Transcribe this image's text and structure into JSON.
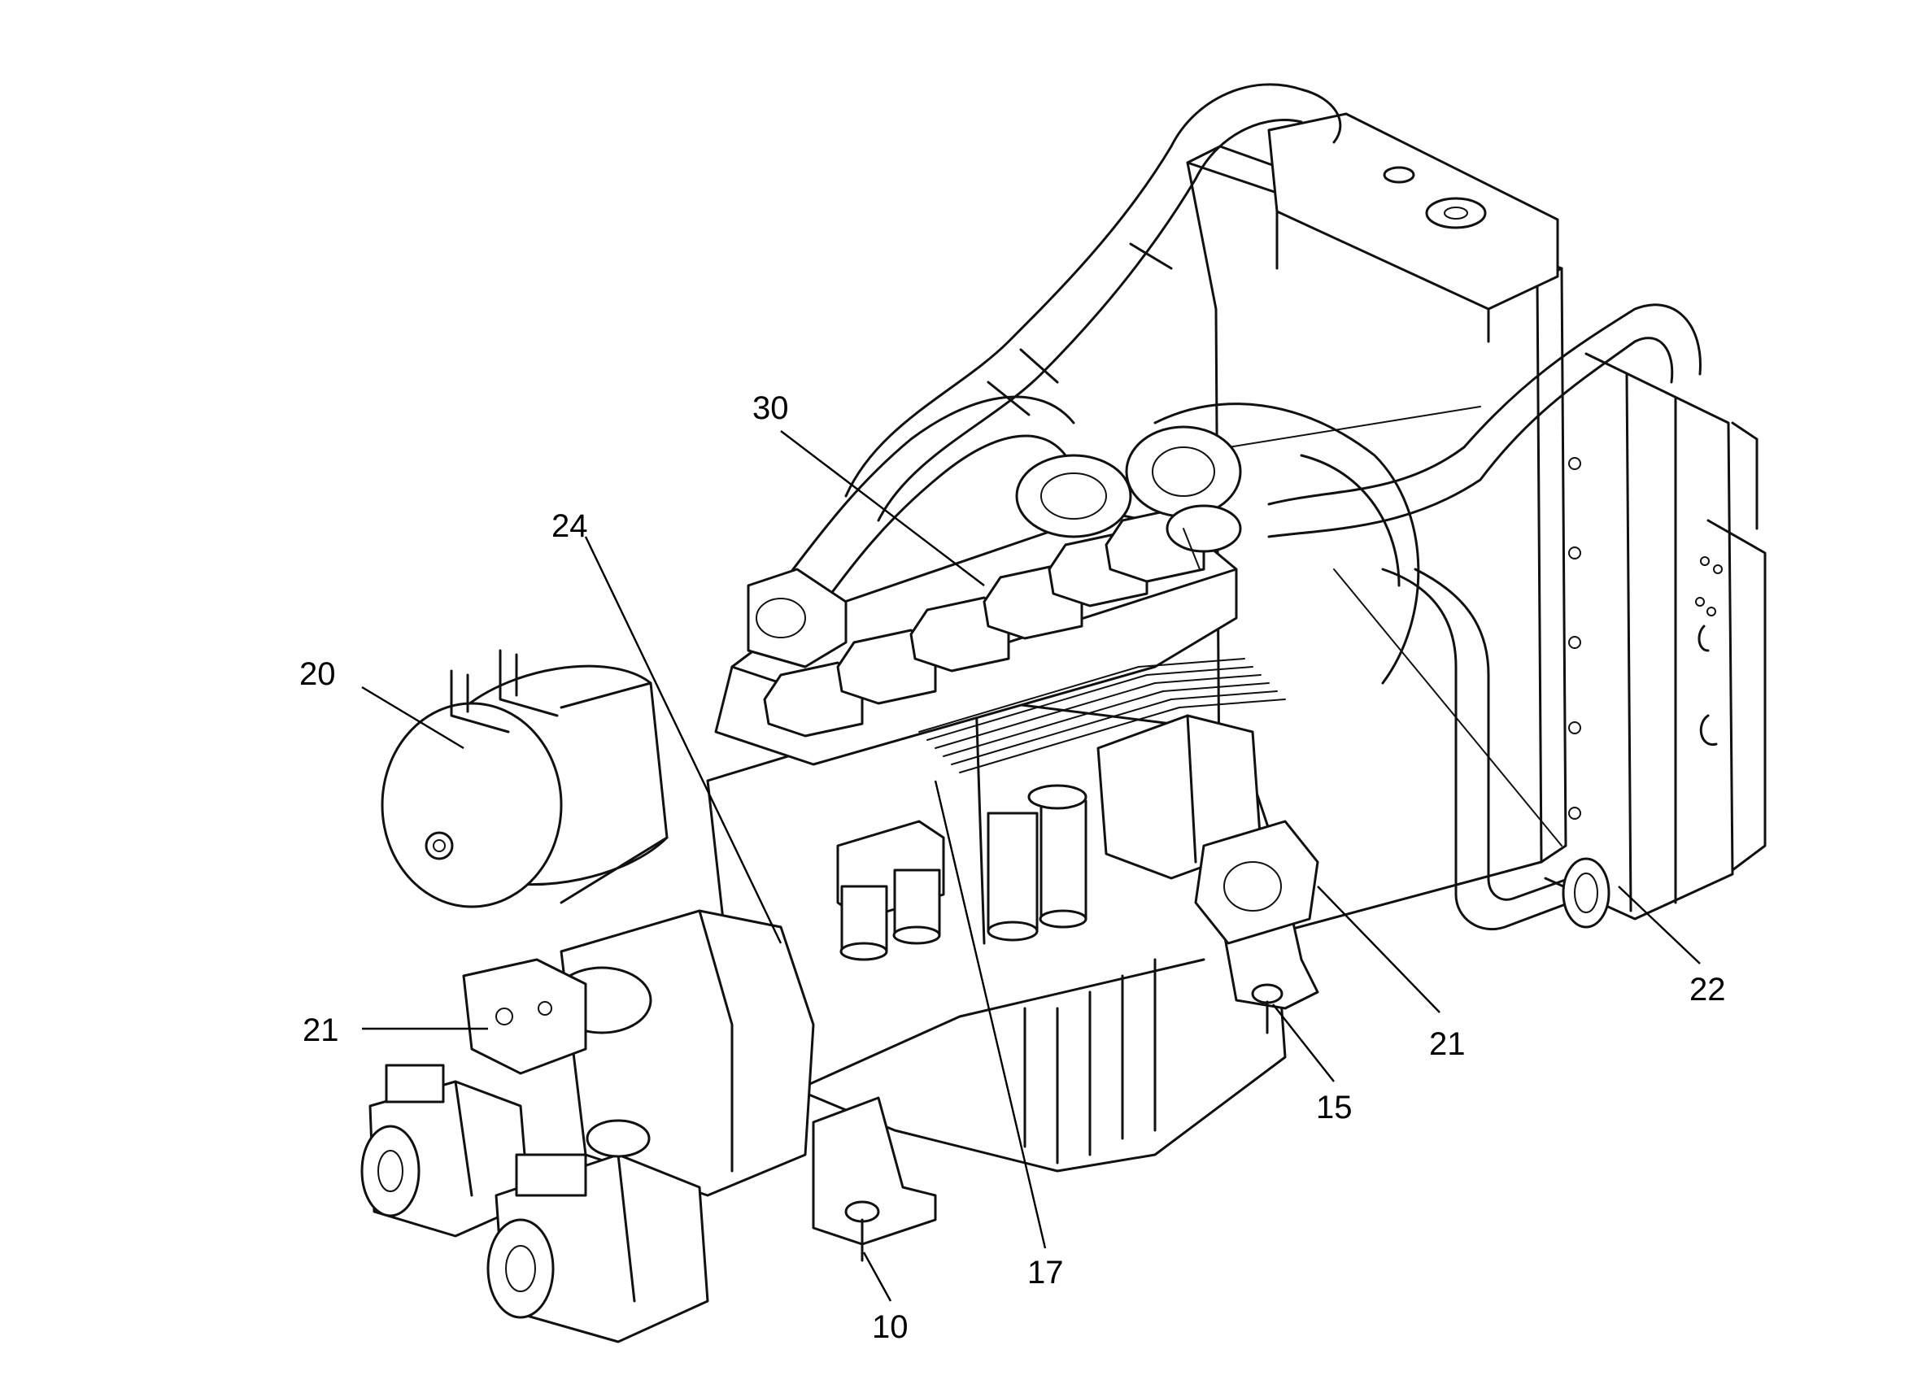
{
  "callouts": {
    "c10": "10",
    "c15": "15",
    "c17": "17",
    "c20": "20",
    "c21_left": "21",
    "c21_right": "21",
    "c22": "22",
    "c24": "24",
    "c30": "30"
  }
}
